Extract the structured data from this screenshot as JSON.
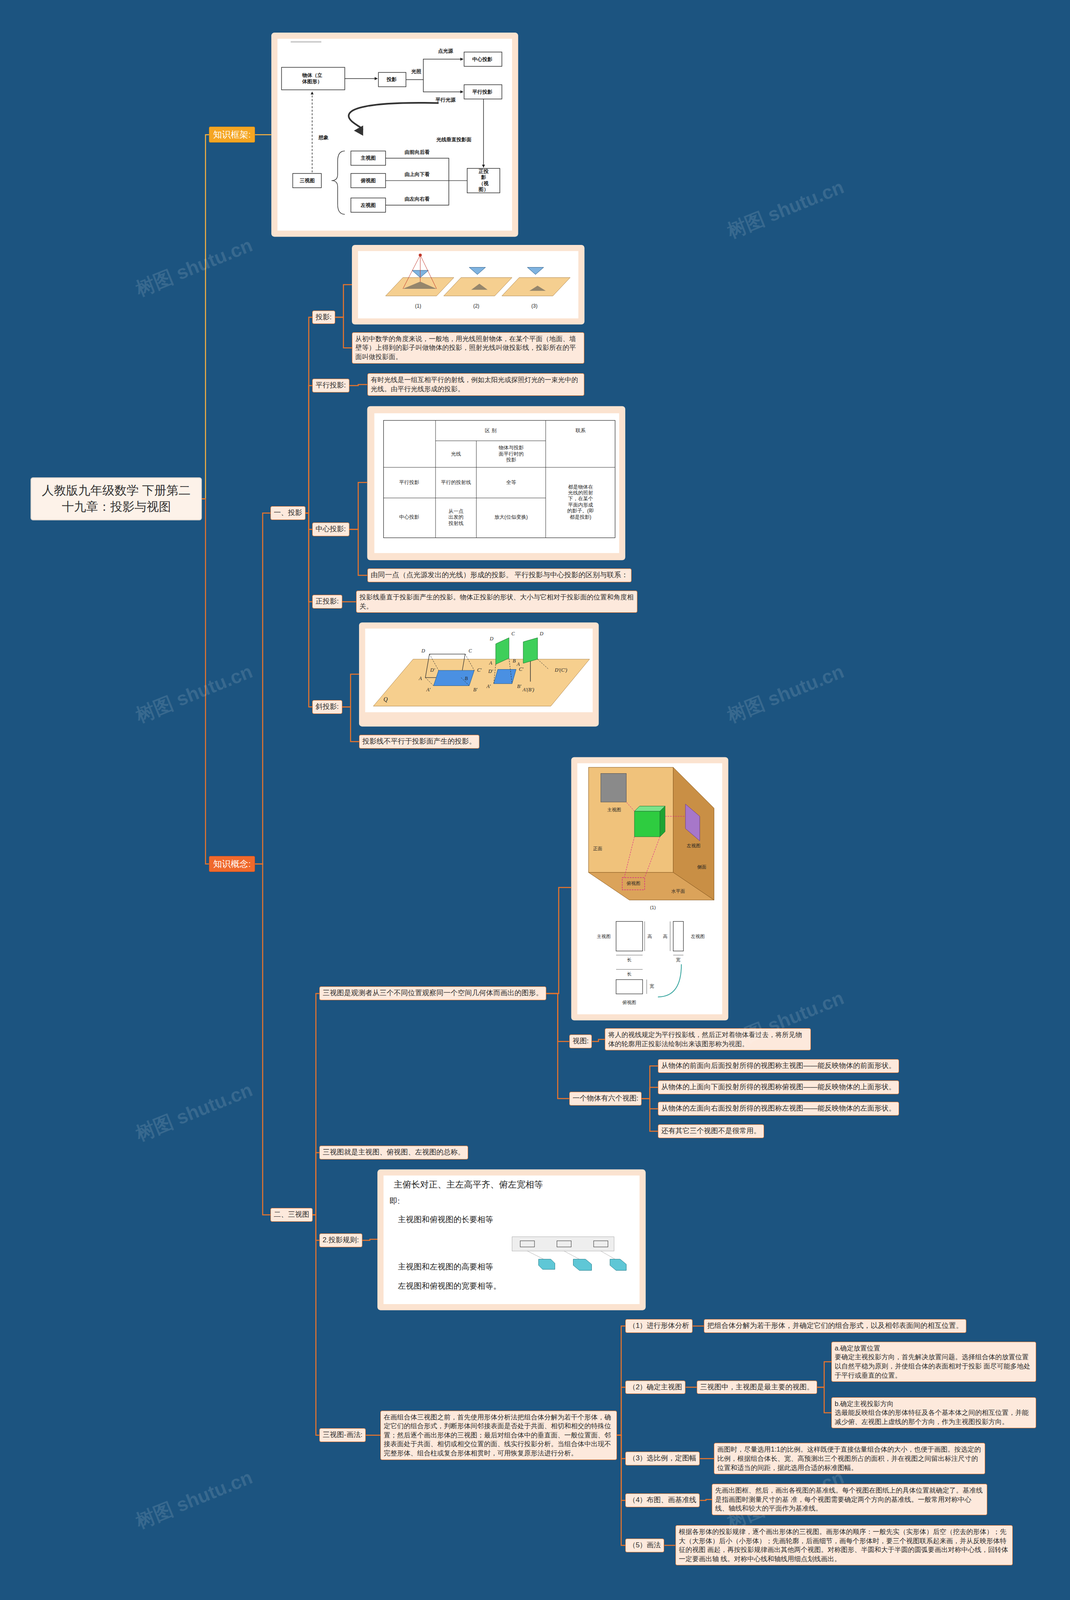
{
  "diagram": {
    "nodes": [
      {
        "text": [
          "人教版九年级数学 下册第二十九章：投影与视图"
        ]
      },
      {
        "text": [
          "知识框架:"
        ]
      },
      {
        "text": [
          "知识概念:"
        ]
      },
      {
        "text": [
          "一、投影"
        ]
      },
      {
        "text": [
          "投影:"
        ]
      },
      {
        "text": [
          "从初中数学的角度来说，一般地，用光线照射物体，在某个平面（地面、墙壁等）上得到的影子叫做物体的投影，照射光线叫做投影线，投影所在的平面叫做投影面。"
        ]
      },
      {
        "text": [
          "平行投影:"
        ]
      },
      {
        "text": [
          "有时光线是一组互相平行的射线，例如太阳光或探照灯光的一束光中的光线。由平行光线形成的投影。"
        ]
      },
      {
        "text": [
          "中心投影:"
        ]
      },
      {
        "text": [
          "由同一点（点光源发出的光线）形成的投影。 平行投影与中心投影的区别与联系："
        ]
      },
      {
        "text": [
          "正投影:"
        ]
      },
      {
        "text": [
          "投影线垂直于投影面产生的投影。物体正投影的形状、大小与它相对于投影面的位置和角度相关。"
        ]
      },
      {
        "text": [
          "斜投影:"
        ]
      },
      {
        "text": [
          "投影线不平行于投影面产生的投影。"
        ]
      },
      {
        "text": [
          "二、三视图"
        ]
      },
      {
        "text": [
          "三视图是观测者从三个不同位置观察同一个空间几何体而画出的图形。"
        ]
      },
      {
        "text": [
          "视图:"
        ]
      },
      {
        "text": [
          "将人的视线规定为平行投影线，然后正对着物体看过去，将所见物体的轮廓用正投影法绘制出来该图形称为视图。"
        ]
      },
      {
        "text": [
          "一个物体有六个视图:"
        ]
      },
      {
        "text": [
          "从物体的前面向后面投射所得的视图称主视图——能反映物体的前面形状。"
        ]
      },
      {
        "text": [
          "从物体的上面向下面投射所得的视图称俯视图——能反映物体的上面形状。"
        ]
      },
      {
        "text": [
          "从物体的左面向右面投射所得的视图称左视图——能反映物体的左面形状。"
        ]
      },
      {
        "text": [
          "还有其它三个视图不是很常用。"
        ]
      },
      {
        "text": [
          "三视图就是主视图、俯视图、左视图的总称。"
        ]
      },
      {
        "text": [
          "2.投影规则:"
        ]
      },
      {
        "text": [
          "三视图-画法:"
        ]
      },
      {
        "text": [
          "在画组合体三视图之前，首先使用形体分析法把组合体分解为若干个形体，确定它们的组合形式，判断形体间邻接表面是否处于共面、相切和相交的特殊位置；然后逐个画出形体的三视图；最后对组合体中的垂直面、一般位置面、邻接表面处于共面、相切或相交位置的面、线实行投影分析。当组合体中出现不完整形体、组合柱或复合形体相贯时，可用恢复原形法进行分析。"
        ]
      },
      {
        "text": [
          "（1）进行形体分析"
        ]
      },
      {
        "text": [
          "把组合体分解为若干形体，并确定它们的组合形式，以及相邻表面间的相互位置。"
        ]
      },
      {
        "text": [
          "（2）确定主视图"
        ]
      },
      {
        "text": [
          "三视图中，主视图是最主要的视图。"
        ]
      },
      {
        "text": [
          "a.确定放置位置",
          "要确定主视投影方向，首先解决放置问题。选择组合体的放置位置以自然平稳为原则，并使组合体的表面相对于投影 面尽可能多地处于平行或垂直的位置。"
        ]
      },
      {
        "text": [
          "b.确定主视投影方向",
          "选最能反映组合体的形体特征及各个基本体之间的相互位置，并能减少俯、左视图上虚线的那个方向，作为主视图投影方向。"
        ]
      },
      {
        "text": [
          "（3）选比例，定图幅"
        ]
      },
      {
        "text": [
          "画图时，尽量选用1:1的比例。这样既便于直接估量组合体的大小，也便于画图。按选定的比例，根据组合体长、宽、高预测出三个视图所占的面积，并在视图之间留出标注尺寸的位置和适当的间距，据此选用合适的标准图幅。"
        ]
      },
      {
        "text": [
          "（4）布图、画基准线"
        ]
      },
      {
        "text": [
          "先画出图框、然后，画出各视图的基准线。每个视图在图纸上的具体位置就确定了。基准线是指画图时测量尺寸的基 准，每个视图需要确定两个方向的基准线。一般常用对称中心线、轴线和较大的平面作为基准线。"
        ]
      },
      {
        "text": [
          "（5）画法"
        ]
      },
      {
        "text": [
          "根据各形体的投影规律，逐个画出形体的三视图。画形体的顺序：一般先实（实形体）后空（挖去的形体）；先大（大形体）后小（小形体）；先画轮廓，后画细节，画每个形体时，要三个视图联系起来画，并从反映形体特征的视图 画起，再按投影规律画出其他两个视图。对称图形、半圆和大于半圆的圆弧要画出对称中心线，回转体一定要画出轴 线。对称中心线和轴线用细点划线画出。"
        ]
      }
    ],
    "edges": [
      {
        "from": 0,
        "to": 1,
        "arrow": "none"
      },
      {
        "from": 0,
        "to": 2,
        "arrow": "none"
      },
      {
        "from": 2,
        "to": 3,
        "arrow": "none"
      },
      {
        "from": 2,
        "to": 14,
        "arrow": "none"
      },
      {
        "from": 3,
        "to": 4,
        "arrow": "none"
      },
      {
        "from": 3,
        "to": 6,
        "arrow": "none"
      },
      {
        "from": 3,
        "to": 8,
        "arrow": "none"
      },
      {
        "from": 3,
        "to": 10,
        "arrow": "none"
      },
      {
        "from": 3,
        "to": 12,
        "arrow": "none"
      },
      {
        "from": 4,
        "to": 5,
        "arrow": "none"
      },
      {
        "from": 6,
        "to": 7,
        "arrow": "none"
      },
      {
        "from": 8,
        "to": 9,
        "arrow": "none"
      },
      {
        "from": 10,
        "to": 11,
        "arrow": "none"
      },
      {
        "from": 12,
        "to": 13,
        "arrow": "none"
      },
      {
        "from": 14,
        "to": 15,
        "arrow": "none"
      },
      {
        "from": 14,
        "to": 23,
        "arrow": "none"
      },
      {
        "from": 14,
        "to": 24,
        "arrow": "none"
      },
      {
        "from": 14,
        "to": 25,
        "arrow": "none"
      },
      {
        "from": 15,
        "to": 16,
        "arrow": "none"
      },
      {
        "from": 15,
        "to": 18,
        "arrow": "none"
      },
      {
        "from": 16,
        "to": 17,
        "arrow": "none"
      },
      {
        "from": 18,
        "to": 19,
        "arrow": "none"
      },
      {
        "from": 18,
        "to": 20,
        "arrow": "none"
      },
      {
        "from": 18,
        "to": 21,
        "arrow": "none"
      },
      {
        "from": 18,
        "to": 22,
        "arrow": "none"
      },
      {
        "from": 25,
        "to": 26,
        "arrow": "none"
      },
      {
        "from": 26,
        "to": 27,
        "arrow": "none"
      },
      {
        "from": 26,
        "to": 29,
        "arrow": "none"
      },
      {
        "from": 26,
        "to": 33,
        "arrow": "none"
      },
      {
        "from": 26,
        "to": 35,
        "arrow": "none"
      },
      {
        "from": 26,
        "to": 37,
        "arrow": "none"
      },
      {
        "from": 27,
        "to": 28,
        "arrow": "none"
      },
      {
        "from": 29,
        "to": 30,
        "arrow": "none"
      },
      {
        "from": 30,
        "to": 31,
        "arrow": "none"
      },
      {
        "from": 30,
        "to": 32,
        "arrow": "none"
      },
      {
        "from": 33,
        "to": 34,
        "arrow": "none"
      },
      {
        "from": 35,
        "to": 36,
        "arrow": "none"
      },
      {
        "from": 37,
        "to": 38,
        "arrow": "none"
      }
    ],
    "labels": [
      "物体（立体图形）",
      "投影",
      "光照",
      "点光源",
      "中心投影",
      "平行投影",
      "平行光源",
      "想象",
      "光线垂直投影面",
      "主视图",
      "俯视图",
      "左视图",
      "三视图",
      "由前向后看",
      "由上向下看",
      "由左向右看",
      "正投影（视图）",
      "(1)",
      "(2)",
      "(3)",
      "区 别",
      "联系",
      "光线",
      "物体与投影面平行时的投影",
      "平行投影",
      "平行的投射线",
      "全等",
      "都是物体在光线的照射下，在某个平面内形成的影子。(即都是投影)",
      "中心投影",
      "从一点出发的投射线",
      "放大(位似变换)",
      "Q",
      "D",
      "C",
      "D'",
      "C'",
      "A",
      "B",
      "A'",
      "B'",
      "D",
      "C",
      "D'",
      "C'",
      "A",
      "B",
      "A'",
      "B'",
      "D",
      "A",
      "D'(C')",
      "A'(B')",
      "主视图",
      "左视图",
      "正面",
      "俯视图",
      "侧面",
      "水平面",
      "(1)",
      "主视图",
      "高",
      "高",
      "左视图",
      "长",
      "宽",
      "长",
      "宽",
      "俯视图",
      "主俯长对正、主左高平齐、俯左宽相等",
      "即:",
      "主视图和俯视图的长要相等",
      "主视图和左视图的高要相等",
      "左视图和俯视图的宽要相等。",
      "树图 shutu.cn",
      "树图 shutu.cn",
      "树图 shutu.cn",
      "树图 shutu.cn",
      "树图 shutu.cn",
      "树图 shutu.cn",
      "树图 shutu.cn",
      "树图 shutu.cn"
    ]
  }
}
